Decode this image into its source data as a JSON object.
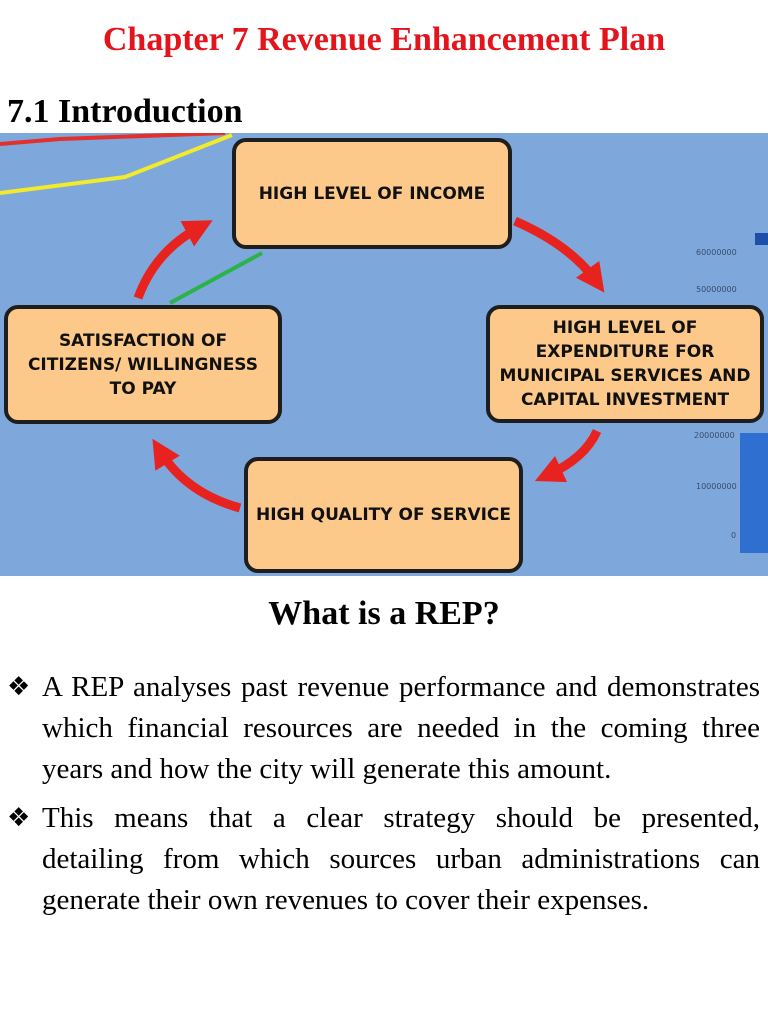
{
  "chapter_title": "Chapter 7 Revenue Enhancement Plan",
  "section_heading": "7.1 Introduction",
  "diagram": {
    "boxes": {
      "income": "HIGH LEVEL OF INCOME",
      "expenditure": "HIGH LEVEL OF EXPENDITURE FOR MUNICIPAL SERVICES AND CAPITAL INVESTMENT",
      "quality": "HIGH QUALITY OF SERVICE",
      "satisfaction": "SATISFACTION OF CITIZENS/ WILLINGNESS TO PAY"
    },
    "background_ticks": [
      "60000000",
      "50000000",
      "20000000",
      "10000000",
      "0"
    ],
    "colors": {
      "background": "#7ea8dc",
      "box_fill": "#fcc98a",
      "arrow": "#e8231f"
    }
  },
  "rep_heading": "What is a REP?",
  "bullet_marker": "❖",
  "bullets": [
    "A REP analyses past revenue performance and demonstrates which financial resources are needed in the coming three years and how the city will generate this amount.",
    "This means that a clear strategy should be presented, detailing from which sources urban administrations can generate their own revenues to cover their expenses."
  ]
}
